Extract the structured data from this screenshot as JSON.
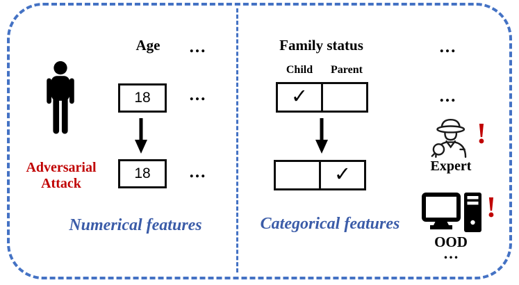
{
  "colors": {
    "frame_blue": "#4472C4",
    "caption_blue": "#3B5CA8",
    "attack_red": "#C00000",
    "ink_black": "#0d0d0d"
  },
  "numerical_panel": {
    "column_header": "Age",
    "header_ellipsis": "...",
    "original_value": "18",
    "original_ellipsis": "...",
    "perturbed_value": "18",
    "perturbed_ellipsis": "...",
    "attack_label_line1": "Adversarial",
    "attack_label_line2": "Attack",
    "caption": "Numerical features"
  },
  "categorical_panel": {
    "column_header": "Family status",
    "header_ellipsis": "...",
    "option_labels": [
      "Child",
      "Parent"
    ],
    "row_ellipsis": "...",
    "original_cells": [
      "✓",
      ""
    ],
    "perturbed_cells": [
      "",
      "✓"
    ],
    "caption": "Categorical features"
  },
  "detection_column": {
    "expert_alert": "!",
    "expert_label": "Expert",
    "ood_alert": "!",
    "ood_label": "OOD",
    "bottom_ellipsis": "..."
  }
}
